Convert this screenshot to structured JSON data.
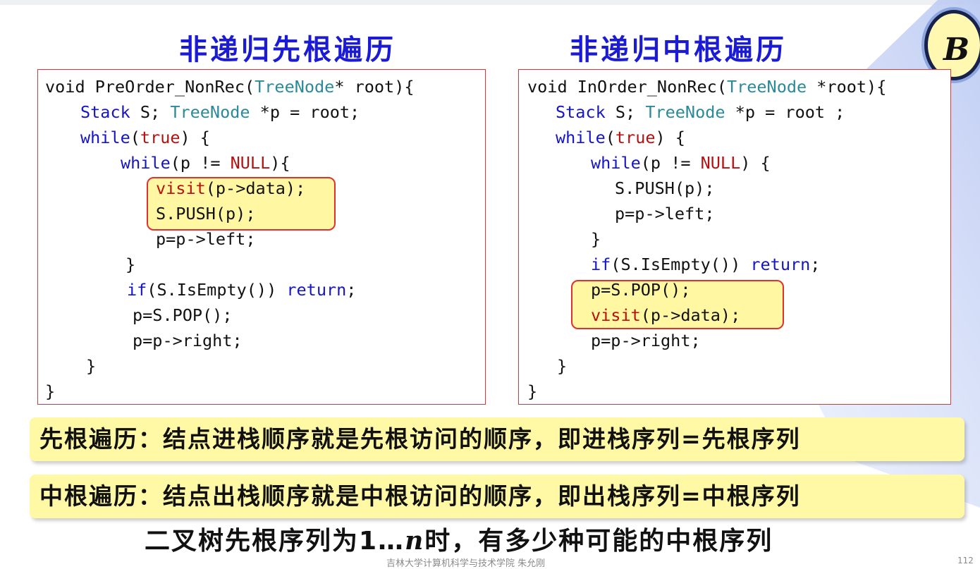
{
  "badge": {
    "letter": "B"
  },
  "preorder": {
    "title": "非递归先根遍历",
    "lines": [
      [
        {
          "t": "void PreOrder_NonRec(",
          "c": "p"
        },
        {
          "t": "TreeNode",
          "c": "ty"
        },
        {
          "t": "* root){",
          "c": "p"
        }
      ],
      [
        {
          "t": "Stack",
          "c": "kw"
        },
        {
          "t": " S; ",
          "c": "p"
        },
        {
          "t": "TreeNode",
          "c": "ty"
        },
        {
          "t": " *p = root;",
          "c": "p"
        }
      ],
      [
        {
          "t": "while",
          "c": "kw"
        },
        {
          "t": "(",
          "c": "p"
        },
        {
          "t": "true",
          "c": "lit"
        },
        {
          "t": ") {",
          "c": "p"
        }
      ],
      [
        {
          "t": "while",
          "c": "kw"
        },
        {
          "t": "(p != ",
          "c": "p"
        },
        {
          "t": "NULL",
          "c": "lit"
        },
        {
          "t": "){",
          "c": "p"
        }
      ],
      [
        {
          "t": "visit",
          "c": "lit"
        },
        {
          "t": "(p->data);",
          "c": "p"
        }
      ],
      [
        {
          "t": "S.PUSH(p);",
          "c": "p"
        }
      ],
      [
        {
          "t": "p=p->left;",
          "c": "p"
        }
      ],
      [
        {
          "t": "}",
          "c": "p"
        }
      ],
      [
        {
          "t": "if",
          "c": "kw"
        },
        {
          "t": "(S.IsEmpty()) ",
          "c": "p"
        },
        {
          "t": "return",
          "c": "kw"
        },
        {
          "t": ";",
          "c": "p"
        }
      ],
      [
        {
          "t": "p=S.POP();",
          "c": "p"
        }
      ],
      [
        {
          "t": "p=p->right;",
          "c": "p"
        }
      ],
      [
        {
          "t": "}",
          "c": "p"
        }
      ],
      [
        {
          "t": "}",
          "c": "p"
        }
      ]
    ]
  },
  "inorder": {
    "title": "非递归中根遍历",
    "lines": [
      [
        {
          "t": "void InOrder_NonRec(",
          "c": "p"
        },
        {
          "t": "TreeNode",
          "c": "ty"
        },
        {
          "t": " *root){",
          "c": "p"
        }
      ],
      [
        {
          "t": "Stack",
          "c": "kw"
        },
        {
          "t": " S; ",
          "c": "p"
        },
        {
          "t": "TreeNode",
          "c": "ty"
        },
        {
          "t": " *p = root ;",
          "c": "p"
        }
      ],
      [
        {
          "t": "while",
          "c": "kw"
        },
        {
          "t": "(",
          "c": "p"
        },
        {
          "t": "true",
          "c": "lit"
        },
        {
          "t": ") {",
          "c": "p"
        }
      ],
      [
        {
          "t": "while",
          "c": "kw"
        },
        {
          "t": "(p != ",
          "c": "p"
        },
        {
          "t": "NULL",
          "c": "lit"
        },
        {
          "t": ") {",
          "c": "p"
        }
      ],
      [
        {
          "t": "S.PUSH(p);",
          "c": "p"
        }
      ],
      [
        {
          "t": "p=p->left;",
          "c": "p"
        }
      ],
      [
        {
          "t": "}",
          "c": "p"
        }
      ],
      [
        {
          "t": "if",
          "c": "kw"
        },
        {
          "t": "(S.IsEmpty()) ",
          "c": "p"
        },
        {
          "t": "return",
          "c": "kw"
        },
        {
          "t": ";",
          "c": "p"
        }
      ],
      [
        {
          "t": "p=S.POP();",
          "c": "p"
        }
      ],
      [
        {
          "t": "visit",
          "c": "lit"
        },
        {
          "t": "(p->data);",
          "c": "p"
        }
      ],
      [
        {
          "t": "p=p->right;",
          "c": "p"
        }
      ],
      [
        {
          "t": "}",
          "c": "p"
        }
      ],
      [
        {
          "t": "}",
          "c": "p"
        }
      ]
    ]
  },
  "notes": {
    "preorder": "先根遍历：结点进栈顺序就是先根访问的顺序，即进栈序列=先根序列",
    "inorder": "中根遍历：结点出栈顺序就是中根访问的顺序，即出栈序列=中根序列"
  },
  "question": {
    "part1": "二叉树先根序列为1…",
    "var": "n",
    "part2": "时，有多少种可能的中根序列"
  },
  "footer": {
    "text": "吉林大学计算机科学与技术学院 朱允刚",
    "page": "112"
  },
  "colors": {
    "title": "#1b1bd6",
    "keyword": "#1414c8",
    "type": "#2a8a9a",
    "literal": "#b80f0f",
    "highlight_fill": "#fff7a1",
    "highlight_border": "#e03030",
    "box_border": "#d43a3a"
  }
}
